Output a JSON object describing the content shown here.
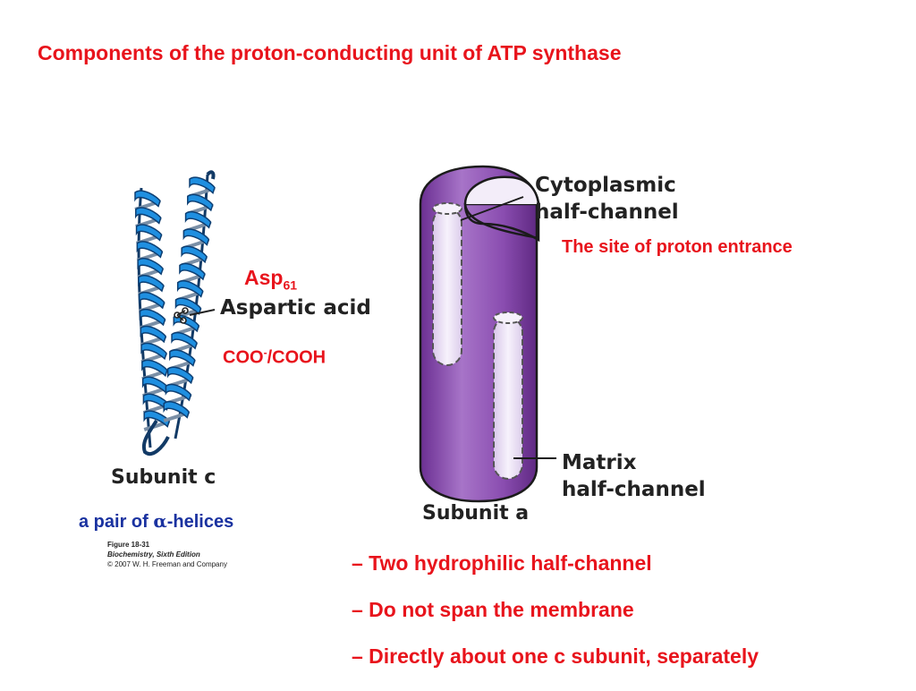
{
  "title": "Components of the proton-conducting unit of ATP synthase",
  "helix": {
    "asp_label": "Asp",
    "asp_subscript": "61",
    "aspartic_label": "Aspartic acid",
    "group_label": "COO",
    "group_superscript": "-",
    "group_suffix": "/COOH",
    "subunit_label": "Subunit c",
    "pair_prefix": "a pair of ",
    "alpha_symbol": "α",
    "pair_suffix": "-helices"
  },
  "cylinder": {
    "cyto_line1": "Cytoplasmic",
    "cyto_line2": "half-channel",
    "entrance_note": "The site of proton entrance",
    "matrix_line1": "Matrix",
    "matrix_line2": "half-channel",
    "subunit_label": "Subunit a"
  },
  "credit": {
    "figure": "Figure 18-31",
    "book": "Biochemistry, Sixth Edition",
    "copyright": "© 2007 W. H. Freeman and Company"
  },
  "bullets": [
    "– Two hydrophilic half-channel",
    "– Do not span the membrane",
    "– Directly about one c subunit, separately"
  ],
  "colors": {
    "title_red": "#e8141c",
    "blue_text": "#1a32a0",
    "helix_blue": "#1f8fe0",
    "cylinder_purple": "#8a4db0",
    "channel_fill": "#eee6f6"
  }
}
